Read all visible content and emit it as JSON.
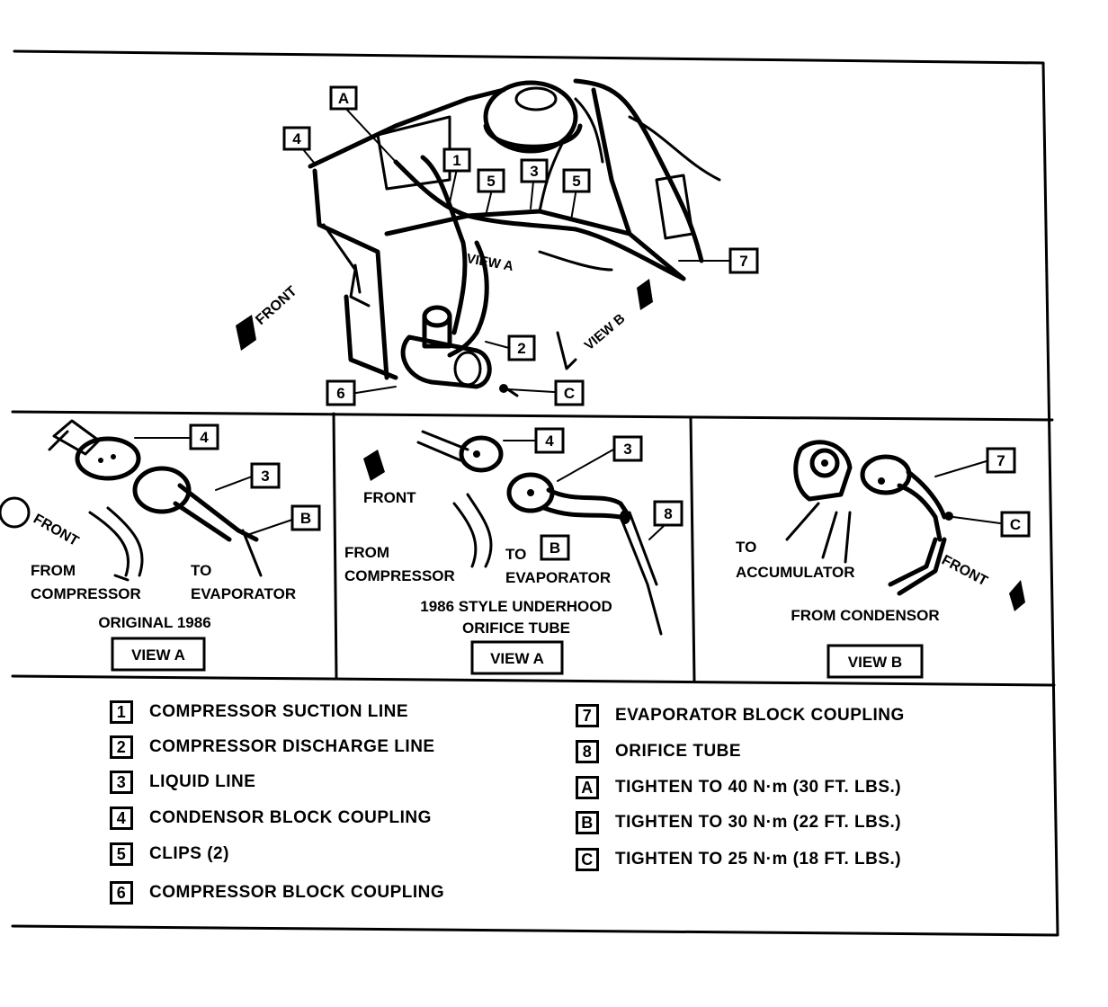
{
  "main_view": {
    "callouts": [
      "A",
      "4",
      "1",
      "5",
      "3",
      "5",
      "7",
      "2",
      "6",
      "C"
    ],
    "labels": {
      "front": "FRONT",
      "view_a": "VIEW A",
      "view_b": "VIEW B"
    }
  },
  "panel_left": {
    "callouts": [
      "4",
      "3",
      "B"
    ],
    "front": "FRONT",
    "from": "FROM",
    "compressor": "COMPRESSOR",
    "to": "TO",
    "evaporator": "EVAPORATOR",
    "caption": "ORIGINAL 1986",
    "view": "VIEW A"
  },
  "panel_mid": {
    "callouts": [
      "4",
      "3",
      "8",
      "B"
    ],
    "front": "FRONT",
    "from": "FROM",
    "compressor": "COMPRESSOR",
    "to": "TO",
    "evaporator": "EVAPORATOR",
    "caption_1": "1986 STYLE UNDERHOOD",
    "caption_2": "ORIFICE TUBE",
    "view": "VIEW A"
  },
  "panel_right": {
    "callouts": [
      "7",
      "C"
    ],
    "to": "TO",
    "accumulator": "ACCUMULATOR",
    "front": "FRONT",
    "from_condensor": "FROM CONDENSOR",
    "view": "VIEW B"
  },
  "legend": {
    "left": [
      {
        "key": "1",
        "text": "COMPRESSOR SUCTION LINE"
      },
      {
        "key": "2",
        "text": "COMPRESSOR DISCHARGE LINE"
      },
      {
        "key": "3",
        "text": "LIQUID LINE"
      },
      {
        "key": "4",
        "text": "CONDENSOR BLOCK COUPLING"
      },
      {
        "key": "5",
        "text": "CLIPS (2)"
      },
      {
        "key": "6",
        "text": "COMPRESSOR BLOCK COUPLING"
      }
    ],
    "right": [
      {
        "key": "7",
        "text": "EVAPORATOR BLOCK COUPLING"
      },
      {
        "key": "8",
        "text": "ORIFICE TUBE"
      },
      {
        "key": "A",
        "text": "TIGHTEN TO 40 N·m (30 FT. LBS.)"
      },
      {
        "key": "B",
        "text": "TIGHTEN TO 30 N·m (22 FT. LBS.)"
      },
      {
        "key": "C",
        "text": "TIGHTEN TO 25 N·m (18 FT. LBS.)"
      }
    ]
  }
}
